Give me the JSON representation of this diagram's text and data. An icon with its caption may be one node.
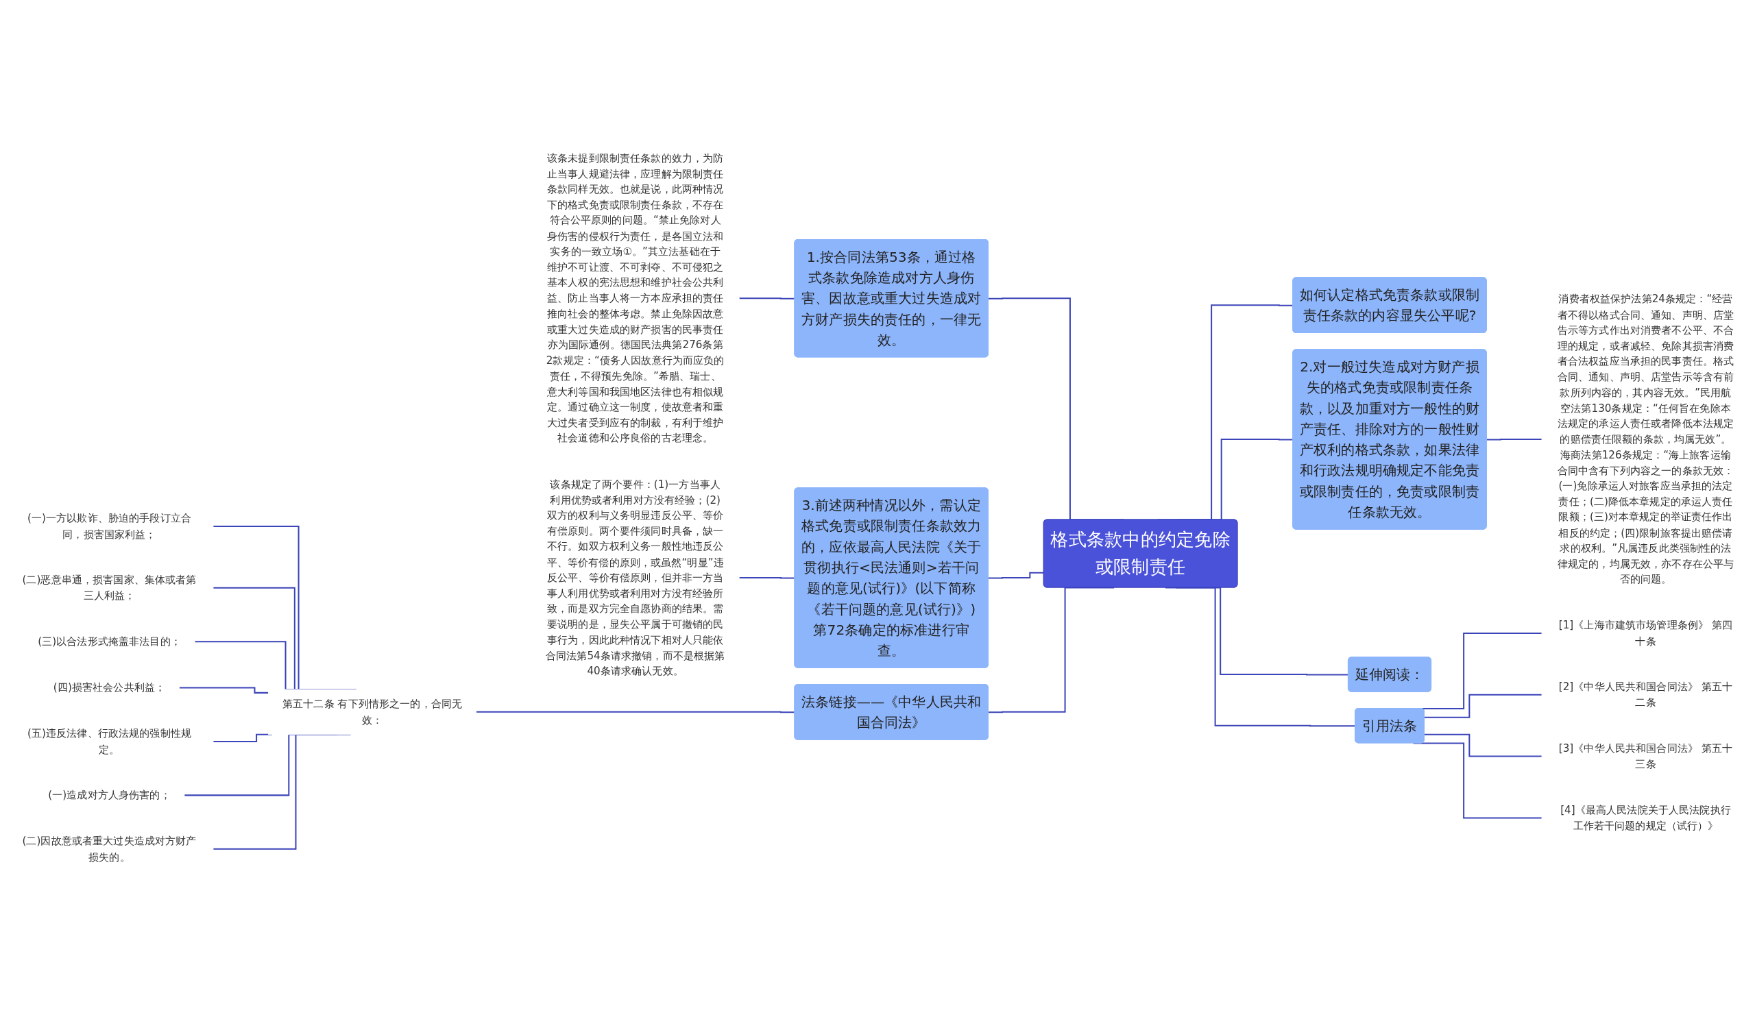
{
  "diagram": {
    "nodes": [
      {
        "text": [
          "格式条款中的约定免除或限制责任"
        ]
      },
      {
        "text": [
          "1.按合同法第53条，通过格式条款免除造成对方人身伤害、因故意或重大过失造成对方财产损失的责任的，一律无效。"
        ]
      },
      {
        "text": [
          "该条未提到限制责任条款的效力，为防止当事人规避法律，应理解为限制责任条款同样无效。也就是说，此两种情况下的格式免责或限制责任条款，不存在符合公平原则的问题。“禁止免除对人身伤害的侵权行为责任，是各国立法和实务的一致立场①。”其立法基础在于维护不可让渡、不可剥夺、不可侵犯之基本人权的宪法思想和维护社会公共利益、防止当事人将一方本应承担的责任推向社会的整体考虑。禁止免除因故意或重大过失造成的财产损害的民事责任亦为国际通例。德国民法典第276条第2款规定：“债务人因故意行为而应负的责任，不得预先免除。”希腊、瑞士、意大利等国和我国地区法律也有相似规定。通过确立这一制度，使故意者和重大过失者受到应有的制裁，有利于维护社会道德和公序良俗的古老理念。"
        ]
      },
      {
        "text": [
          "3.前述两种情况以外，需认定格式免责或限制责任条款效力的，应依最高人民法院《关于贯彻执行<民法通则>若干问题的意见(试行)》(以下简称《若干问题的意见(试行)》)第72条确定的标准进行审查。"
        ]
      },
      {
        "text": [
          "该条规定了两个要件：(1)一方当事人利用优势或者利用对方没有经验；(2)双方的权利与义务明显违反公平、等价有偿原则。两个要件须同时具备，缺一不行。如双方权利义务一般性地违反公平、等价有偿的原则，或虽然“明显”违反公平、等价有偿原则，但并非一方当事人利用优势或者利用对方没有经验所致，而是双方完全自愿协商的结果。需要说明的是，显失公平属于可撤销的民事行为，因此此种情况下相对人只能依合同法第54条请求撤销，而不是根据第40条请求确认无效。"
        ]
      },
      {
        "text": [
          "法条链接——《中华人民共和国合同法》"
        ]
      },
      {
        "text": [
          "第五十二条 有下列情形之一的，合同无效："
        ]
      },
      {
        "text": [
          "(一)一方以欺诈、胁迫的手段订立合同，损害国家利益；"
        ]
      },
      {
        "text": [
          "(二)恶意串通，损害国家、集体或者第三人利益；"
        ]
      },
      {
        "text": [
          "(三)以合法形式掩盖非法目的；"
        ]
      },
      {
        "text": [
          "(四)损害社会公共利益；"
        ]
      },
      {
        "text": [
          "(五)违反法律、行政法规的强制性规定。"
        ]
      },
      {
        "text": [
          "(一)造成对方人身伤害的；"
        ]
      },
      {
        "text": [
          "(二)因故意或者重大过失造成对方财产损失的。"
        ]
      },
      {
        "text": [
          "如何认定格式免责条款或限制责任条款的内容显失公平呢?"
        ]
      },
      {
        "text": [
          "2.对一般过失造成对方财产损失的格式免责或限制责任条款，以及加重对方一般性的财产责任、排除对方的一般性财产权利的格式条款，如果法律和行政法规明确规定不能免责或限制责任的，免责或限制责任条款无效。"
        ]
      },
      {
        "text": [
          "消费者权益保护法第24条规定：“经营者不得以格式合同、通知、声明、店堂告示等方式作出对消费者不公平、不合理的规定，或者减轻、免除其损害消费者合法权益应当承担的民事责任。格式合同、通知、声明、店堂告示等含有前款所列内容的，其内容无效。”民用航空法第130条规定：“任何旨在免除本法规定的承运人责任或者降低本法规定的赔偿责任限额的条款，均属无效”。海商法第126条规定：“海上旅客运输合同中含有下列内容之一的条款无效：(一)免除承运人对旅客应当承担的法定责任；(二)降低本章规定的承运人责任限额；(三)对本章规定的举证责任作出相反的约定；(四)限制旅客提出赔偿请求的权利。”凡属违反此类强制性的法律规定的，均属无效，亦不存在公平与否的问题。"
        ]
      },
      {
        "text": [
          "延伸阅读："
        ]
      },
      {
        "text": [
          "引用法条"
        ]
      },
      {
        "text": [
          "[1]《上海市建筑市场管理条例》 第四十条"
        ]
      },
      {
        "text": [
          "[2]《中华人民共和国合同法》 第五十二条"
        ]
      },
      {
        "text": [
          "[3]《中华人民共和国合同法》 第五十三条"
        ]
      },
      {
        "text": [
          "[4]《最高人民法院关于人民法院执行工作若干问题的规定（试行）》"
        ]
      }
    ],
    "edges": [
      {
        "from": 0,
        "to": 1,
        "arrow": "none"
      },
      {
        "from": 1,
        "to": 2,
        "arrow": "none"
      },
      {
        "from": 0,
        "to": 3,
        "arrow": "none"
      },
      {
        "from": 3,
        "to": 4,
        "arrow": "none"
      },
      {
        "from": 0,
        "to": 5,
        "arrow": "none"
      },
      {
        "from": 5,
        "to": 6,
        "arrow": "none"
      },
      {
        "from": 6,
        "to": 7,
        "arrow": "none"
      },
      {
        "from": 6,
        "to": 8,
        "arrow": "none"
      },
      {
        "from": 6,
        "to": 9,
        "arrow": "none"
      },
      {
        "from": 6,
        "to": 10,
        "arrow": "none"
      },
      {
        "from": 6,
        "to": 11,
        "arrow": "none"
      },
      {
        "from": 6,
        "to": 12,
        "arrow": "none"
      },
      {
        "from": 6,
        "to": 13,
        "arrow": "none"
      },
      {
        "from": 0,
        "to": 14,
        "arrow": "none"
      },
      {
        "from": 0,
        "to": 15,
        "arrow": "none"
      },
      {
        "from": 15,
        "to": 16,
        "arrow": "none"
      },
      {
        "from": 0,
        "to": 17,
        "arrow": "none"
      },
      {
        "from": 0,
        "to": 18,
        "arrow": "none"
      },
      {
        "from": 18,
        "to": 19,
        "arrow": "none"
      },
      {
        "from": 18,
        "to": 20,
        "arrow": "none"
      },
      {
        "from": 18,
        "to": 21,
        "arrow": "none"
      },
      {
        "from": 18,
        "to": 22,
        "arrow": "none"
      }
    ]
  }
}
